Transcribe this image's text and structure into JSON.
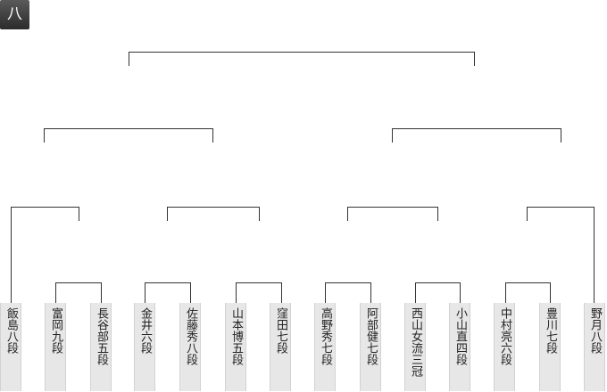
{
  "group_label": "八",
  "players": [
    {
      "name": "飯島八段"
    },
    {
      "name": "富岡九段"
    },
    {
      "name": "長谷部五段"
    },
    {
      "name": "金井六段"
    },
    {
      "name": "佐藤秀八段"
    },
    {
      "name": "山本博五段"
    },
    {
      "name": "窪田七段"
    },
    {
      "name": "高野秀七段"
    },
    {
      "name": "阿部健七段"
    },
    {
      "name": "西山女流三冠"
    },
    {
      "name": "小山直四段"
    },
    {
      "name": "中村亮六段"
    },
    {
      "name": "豊川七段"
    },
    {
      "name": "野月八段"
    }
  ]
}
